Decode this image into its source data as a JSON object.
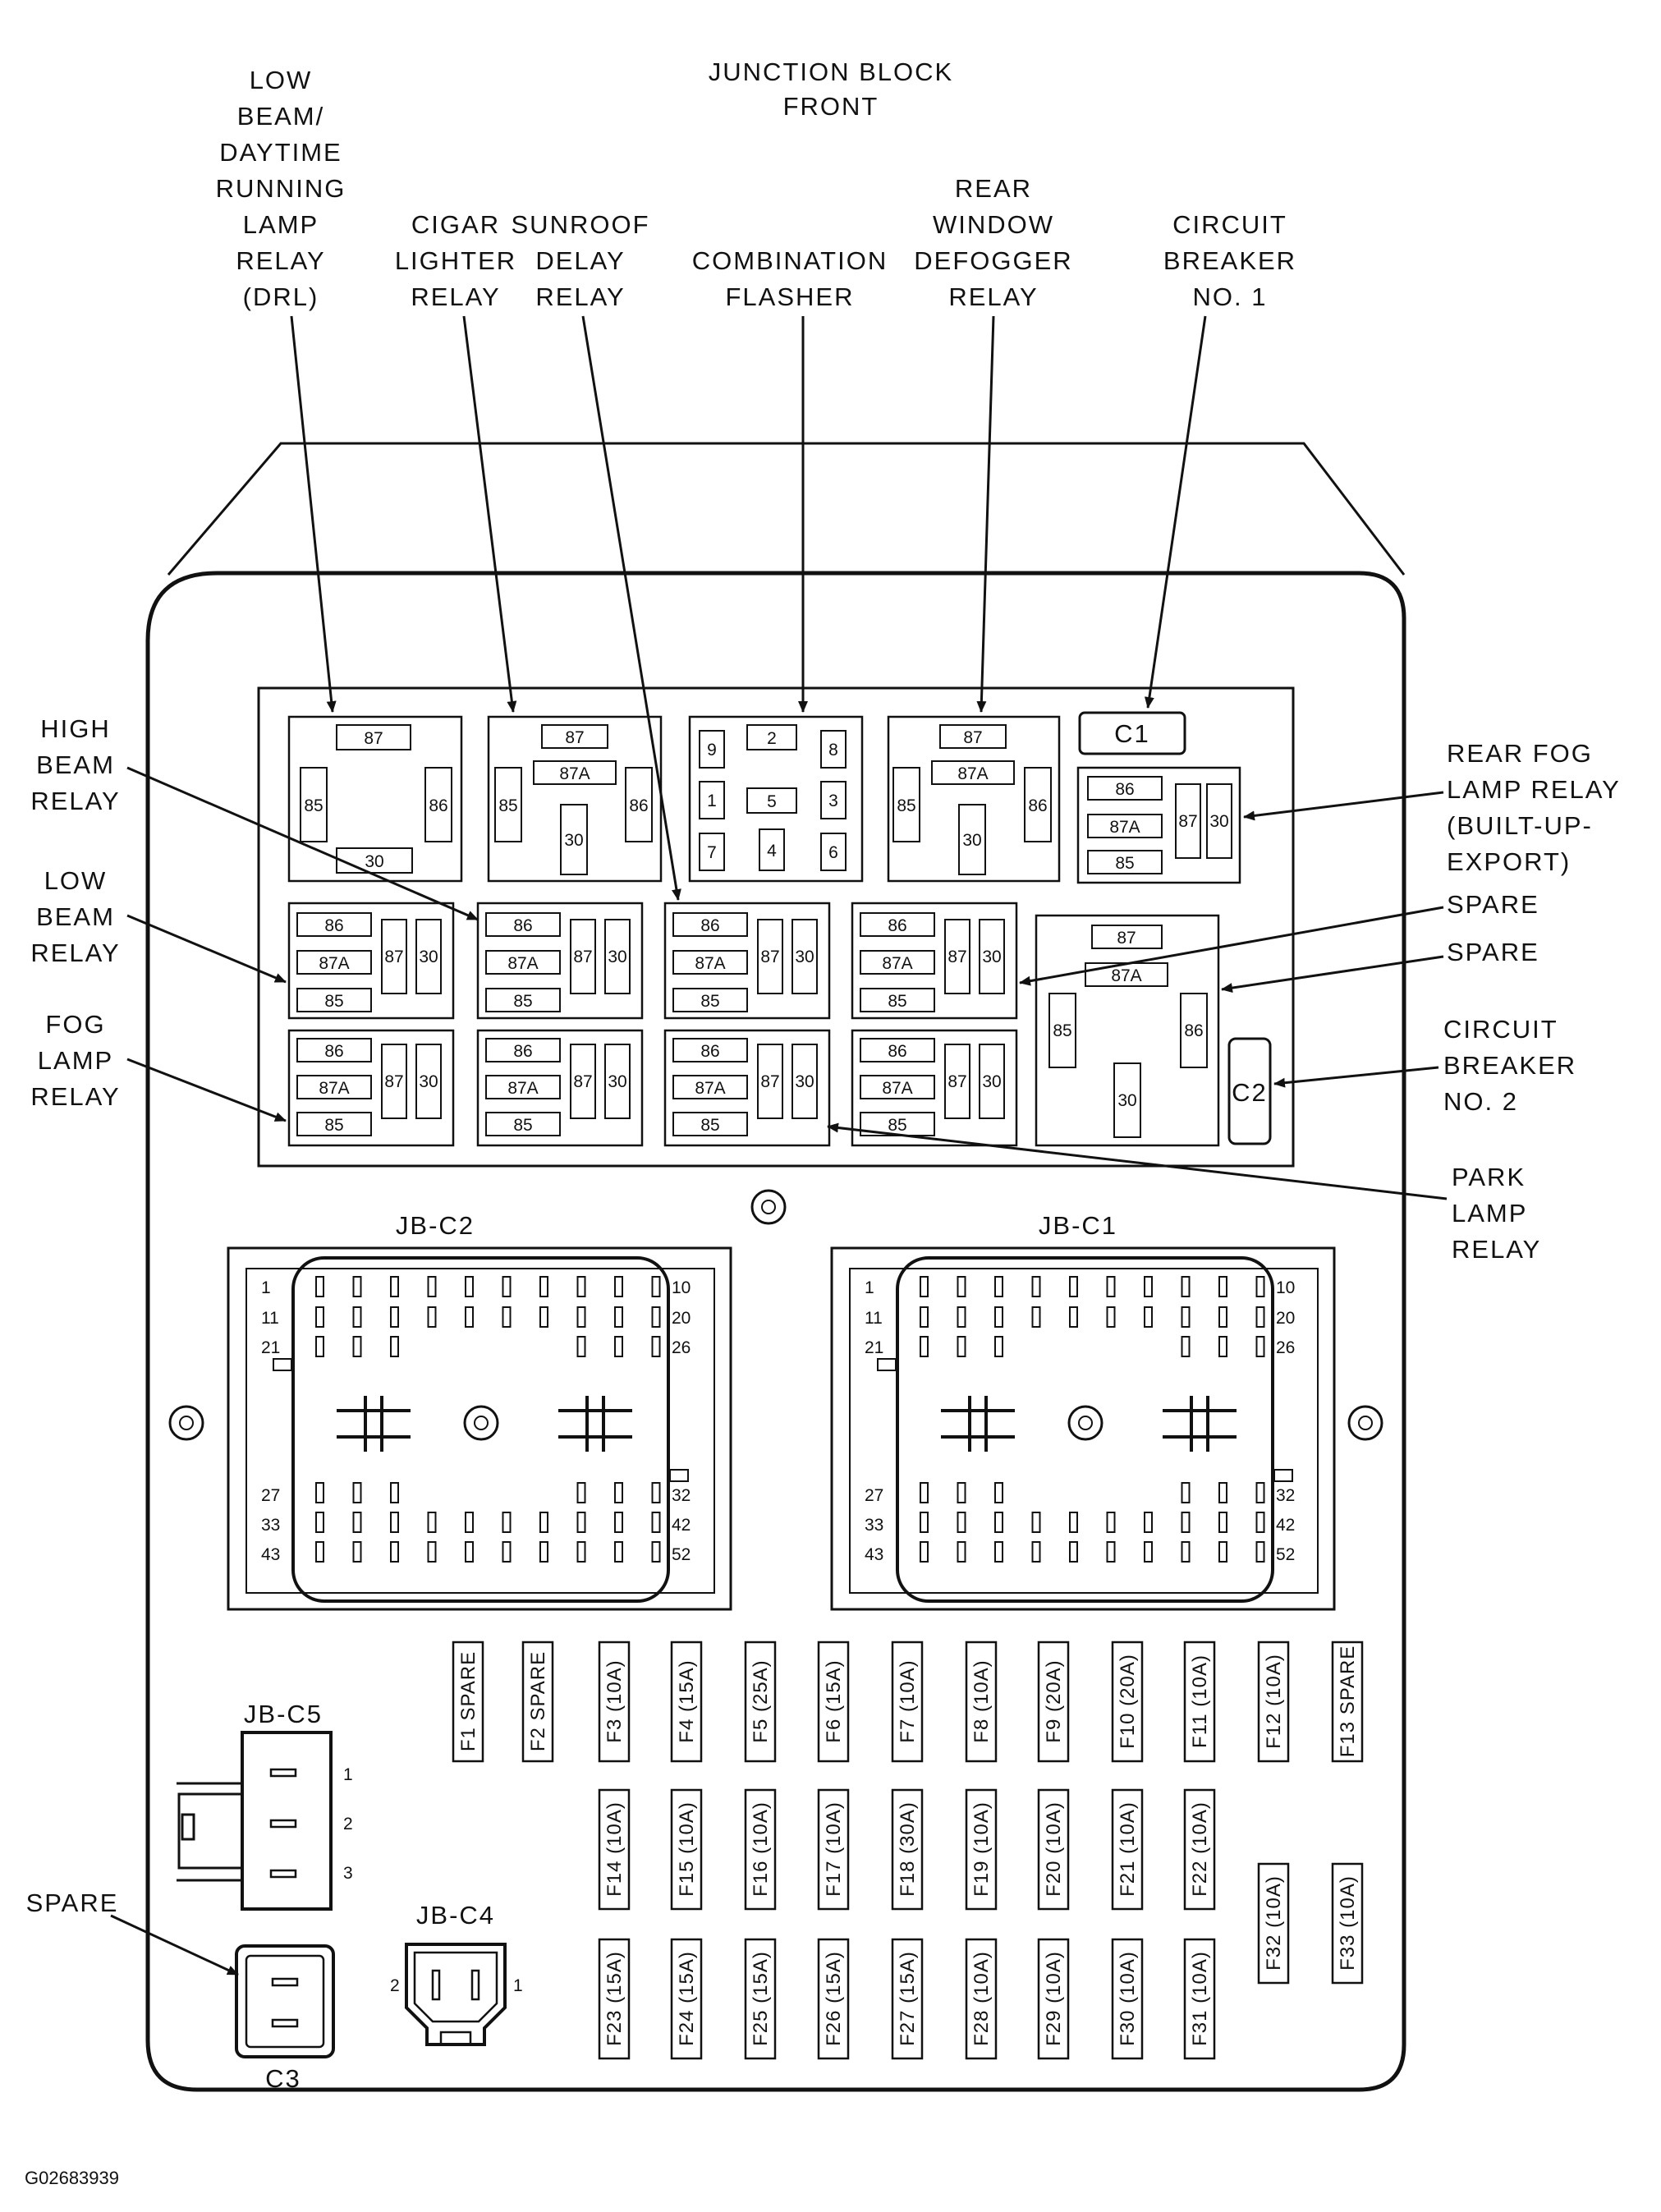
{
  "title": [
    "JUNCTION BLOCK",
    "FRONT"
  ],
  "figure_id": "G02683939",
  "callouts": {
    "top": [
      {
        "lines": [
          "LOW",
          "BEAM/",
          "DAYTIME",
          "RUNNING",
          "LAMP",
          "RELAY",
          "(DRL)"
        ]
      },
      {
        "lines": [
          "CIGAR",
          "LIGHTER",
          "RELAY"
        ]
      },
      {
        "lines": [
          "SUNROOF",
          "DELAY",
          "RELAY"
        ]
      },
      {
        "lines": [
          "COMBINATION",
          "FLASHER"
        ]
      },
      {
        "lines": [
          "REAR",
          "WINDOW",
          "DEFOGGER",
          "RELAY"
        ]
      },
      {
        "lines": [
          "CIRCUIT",
          "BREAKER",
          "NO. 1"
        ]
      }
    ],
    "left": [
      {
        "lines": [
          "HIGH",
          "BEAM",
          "RELAY"
        ]
      },
      {
        "lines": [
          "LOW",
          "BEAM",
          "RELAY"
        ]
      },
      {
        "lines": [
          "FOG",
          "LAMP",
          "RELAY"
        ]
      },
      {
        "lines": [
          "SPARE"
        ]
      }
    ],
    "right": [
      {
        "lines": [
          "REAR FOG",
          "LAMP RELAY",
          "(BUILT-UP-",
          "EXPORT)"
        ]
      },
      {
        "lines": [
          "SPARE"
        ]
      },
      {
        "lines": [
          "SPARE"
        ]
      },
      {
        "lines": [
          "CIRCUIT",
          "BREAKER",
          "NO. 2"
        ]
      },
      {
        "lines": [
          "PARK",
          "LAMP",
          "RELAY"
        ]
      }
    ]
  },
  "relay_pins": {
    "full": [
      "87",
      "87A",
      "85",
      "86",
      "30"
    ],
    "drl": [
      "87",
      "85",
      "86",
      "30"
    ],
    "mini": [
      "86",
      "87A",
      "85",
      "87",
      "30"
    ]
  },
  "flasher_pins": [
    "9",
    "2",
    "8",
    "1",
    "5",
    "3",
    "7",
    "4",
    "6"
  ],
  "breakers": [
    "C1",
    "C2"
  ],
  "connectors": {
    "jb_c2": {
      "name": "JB-C2",
      "left_nums": [
        "1",
        "11",
        "21",
        "27",
        "33",
        "43"
      ],
      "right_nums": [
        "10",
        "20",
        "26",
        "32",
        "42",
        "52"
      ]
    },
    "jb_c1": {
      "name": "JB-C1",
      "left_nums": [
        "1",
        "11",
        "21",
        "27",
        "33",
        "43"
      ],
      "right_nums": [
        "10",
        "20",
        "26",
        "32",
        "42",
        "52"
      ]
    },
    "jb_c5": {
      "name": "JB-C5",
      "pins": [
        "1",
        "2",
        "3"
      ]
    },
    "jb_c4": {
      "name": "JB-C4",
      "pins": [
        "2",
        "1"
      ]
    },
    "c3": {
      "name": "C3"
    }
  },
  "fuses_row1": [
    "F1 SPARE",
    "F2 SPARE",
    "F3 (10A)",
    "F4 (15A)",
    "F5 (25A)",
    "F6 (15A)",
    "F7 (10A)",
    "F8 (10A)",
    "F9 (20A)",
    "F10 (20A)",
    "F11 (10A)",
    "F12 (10A)",
    "F13 SPARE"
  ],
  "fuses_row2": [
    "F14 (10A)",
    "F15 (10A)",
    "F16 (10A)",
    "F17 (10A)",
    "F18 (30A)",
    "F19 (10A)",
    "F20 (10A)",
    "F21 (10A)",
    "F22 (10A)"
  ],
  "fuses_row2b": [
    "F32 (10A)",
    "F33 (10A)"
  ],
  "fuses_row3": [
    "F23 (15A)",
    "F24 (15A)",
    "F25 (15A)",
    "F26 (15A)",
    "F27 (15A)",
    "F28 (10A)",
    "F29 (10A)",
    "F30 (10A)",
    "F31 (10A)"
  ]
}
